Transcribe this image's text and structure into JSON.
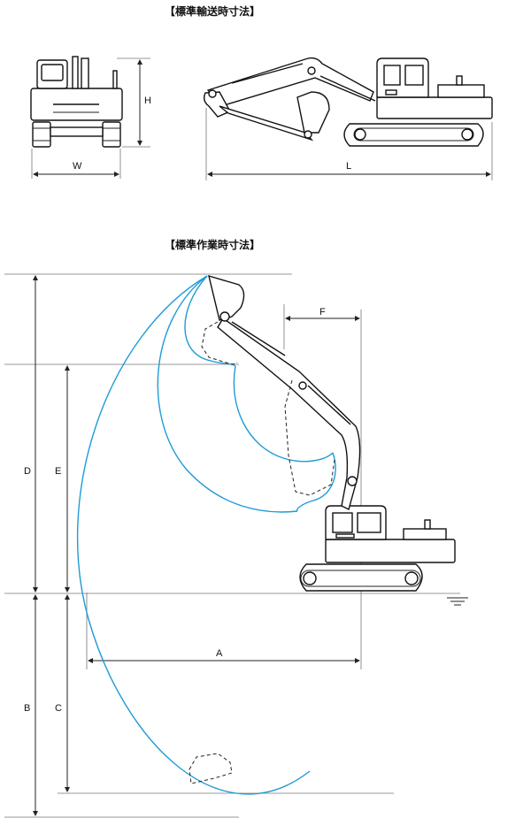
{
  "transport_section": {
    "title": "【標準輸送時寸法】",
    "labels": {
      "width": "W",
      "height": "H",
      "length": "L"
    }
  },
  "working_section": {
    "title": "【標準作業時寸法】",
    "labels": {
      "max_height": "D",
      "dump_height": "E",
      "reach": "A",
      "max_depth": "B",
      "dig_depth": "C",
      "min_radius": "F"
    }
  },
  "colors": {
    "trajectory": "#1e9bd7",
    "line": "#111111"
  }
}
